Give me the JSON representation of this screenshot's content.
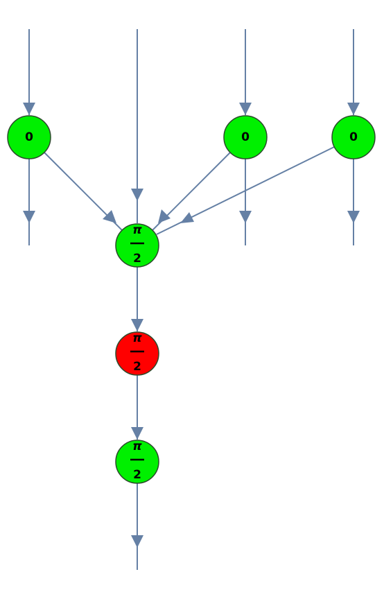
{
  "nodes": [
    {
      "id": "z1",
      "kind": "green",
      "label": "0"
    },
    {
      "id": "z2",
      "kind": "green",
      "label": "0"
    },
    {
      "id": "z3",
      "kind": "green",
      "label": "0"
    },
    {
      "id": "z4",
      "kind": "green",
      "numerator": "π",
      "denominator": "2"
    },
    {
      "id": "x1",
      "kind": "red",
      "numerator": "π",
      "denominator": "2"
    },
    {
      "id": "z5",
      "kind": "green",
      "numerator": "π",
      "denominator": "2"
    }
  ],
  "colors": {
    "green": "#00f000",
    "red": "#ff0000",
    "edge": "#6580a5"
  }
}
